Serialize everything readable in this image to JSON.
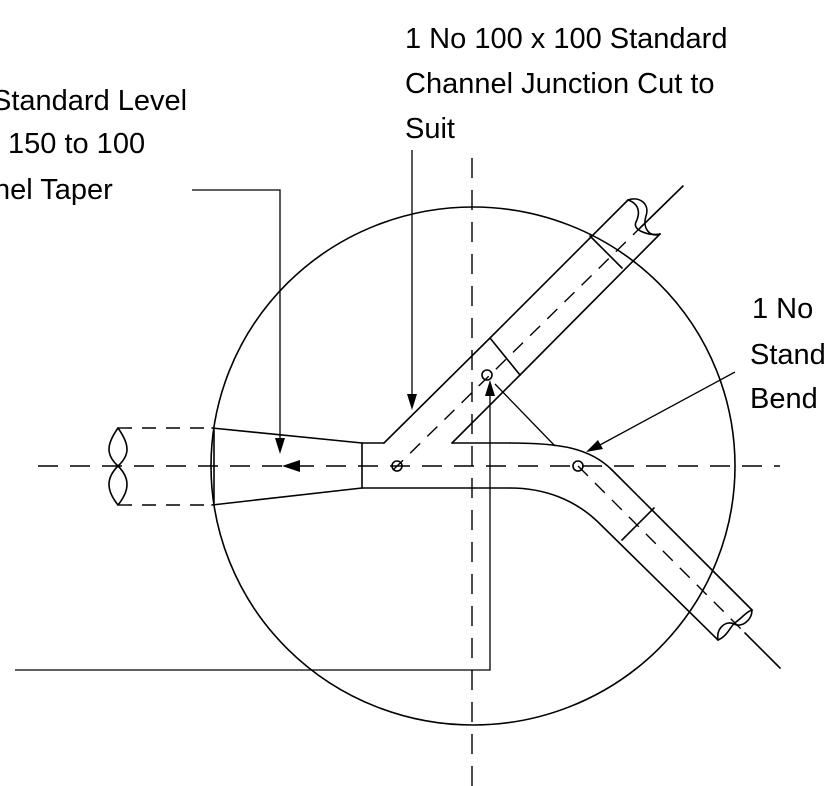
{
  "labels": {
    "junction": {
      "line1": "1 No 100 x 100 Standard",
      "line2": "Channel Junction Cut to",
      "line3": "Suit"
    },
    "taper": {
      "line1": "Standard Level",
      "line2": "150 to 100",
      "line3": "nel Taper"
    },
    "bend": {
      "line1": "1 No",
      "line2": "Stand",
      "line3": "Bend"
    }
  },
  "colors": {
    "line": "#000000",
    "background": "#ffffff"
  }
}
